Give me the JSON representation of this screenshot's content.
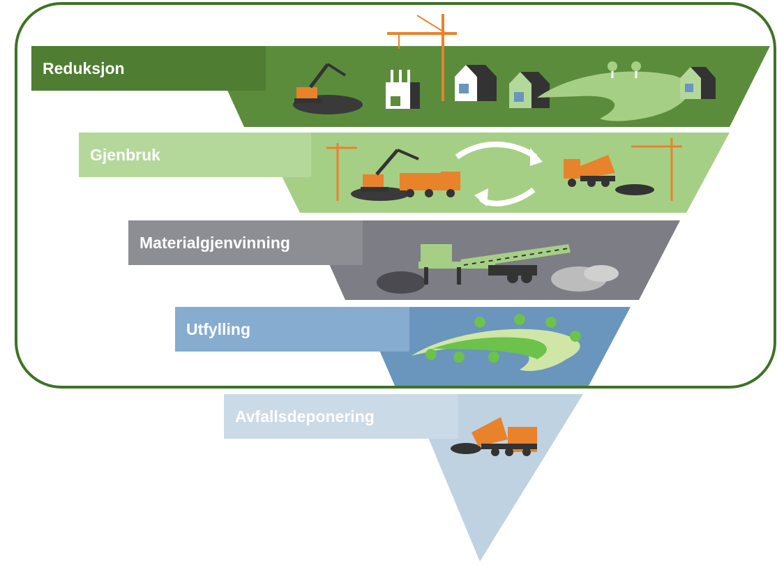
{
  "diagram": {
    "border_color": "#3d7325",
    "levels": [
      {
        "label": "Reduksjon",
        "color": "#5b8c3c",
        "label_color": "#4f7d32"
      },
      {
        "label": "Gjenbruk",
        "color": "#a6cf86",
        "label_color": "#b4d89a"
      },
      {
        "label": "Materialgjenvinning",
        "color": "#7d7d85",
        "label_color": "#8d8d94"
      },
      {
        "label": "Utfylling",
        "color": "#6a95bd",
        "label_color": "#86acd0"
      },
      {
        "label": "Avfallsdeponering",
        "color": "#bfd2e2",
        "label_color": "#cbdae7"
      }
    ],
    "illustration_colors": {
      "machine": "#e8822b",
      "dark": "#333333",
      "green_light": "#cfe6a6",
      "tree": "#6cc24a"
    }
  }
}
